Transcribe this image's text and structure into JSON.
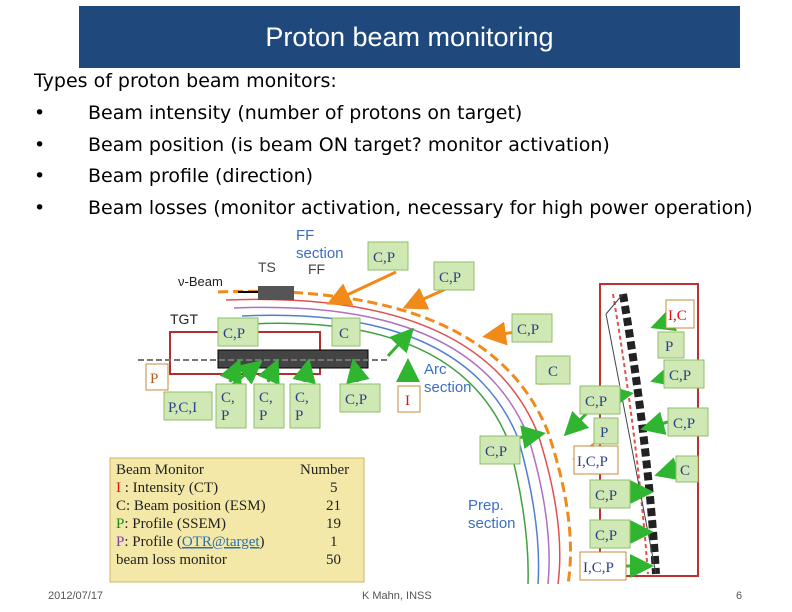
{
  "slide": {
    "title": "Proton beam monitoring",
    "intro": "Types of proton beam monitors:",
    "bullets": [
      "Beam intensity (number of protons on target)",
      "Beam position (is beam ON target? monitor activation)",
      "Beam profile (direction)",
      "Beam losses (monitor activation, necessary for high power operation)"
    ],
    "bullet_symbol": "•"
  },
  "diagram": {
    "section_labels": {
      "ff_line1": "FF",
      "ff_line2": "section",
      "ff_inner": "FF",
      "ts": "TS",
      "beam": "ν-Beam",
      "tgt": "TGT",
      "arc_line1": "Arc",
      "arc_line2": "section",
      "prep_line1": "Prep.",
      "prep_line2": "section"
    },
    "monitor_boxes": {
      "b1": "C,P",
      "b2": "C,P",
      "b3": "C,P",
      "b4": "C",
      "b5": "C,P",
      "b6": "P",
      "b7": "P,C,I",
      "b8a": "C,",
      "b8b": "P",
      "b9a": "C,",
      "b9b": "P",
      "b10a": "C,",
      "b10b": "P",
      "b11": "C,P",
      "b12": "I",
      "b13": "C",
      "b14": "I,C",
      "b15": "P",
      "b16": "C,P",
      "b17": "C,P",
      "b18": "P",
      "b19": "C,P",
      "b20": "C,P",
      "b21": "I,C,P",
      "b22": "C",
      "b23": "C,P",
      "b24": "C,P",
      "b25": "I,C,P"
    },
    "legend": {
      "header_name": "Beam Monitor",
      "header_number": "Number",
      "rows": [
        {
          "code": "I",
          "desc": " : Intensity (CT)",
          "number": "5",
          "code_color": "#e01010"
        },
        {
          "code": "C",
          "desc": ": Beam position (ESM)",
          "number": "21",
          "code_color": "#222222"
        },
        {
          "code": "P",
          "desc": ": Profile (SSEM)",
          "number": "19",
          "code_color": "#1a8a1a"
        },
        {
          "code": "P",
          "desc": ": Profile (",
          "link": "OTR@target",
          "tail": ")",
          "number": "1",
          "code_color": "#7a3fb0"
        },
        {
          "code": "",
          "desc": "beam loss monitor",
          "number": "50",
          "code_color": "#222222"
        }
      ]
    }
  },
  "footer": {
    "date": "2012/07/17",
    "author": "K Mahn, INSS",
    "page": "6"
  },
  "colors": {
    "title_bar": "#1f497d",
    "box_fill": "#cfe8b4",
    "box_border": "#8fbf6a",
    "box_text": "#2b3f8c",
    "green_arrow": "#2fb52f",
    "orange_arrow": "#f08a1a",
    "legend_fill": "#f3e8a8"
  }
}
